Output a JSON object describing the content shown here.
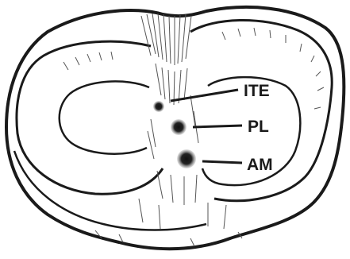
{
  "figure": {
    "labels": {
      "ite": "ITE",
      "pl": "PL",
      "am": "AM"
    },
    "colors": {
      "ink": "#1a1a1a",
      "paper": "#ffffff",
      "shading": "#555555"
    }
  }
}
